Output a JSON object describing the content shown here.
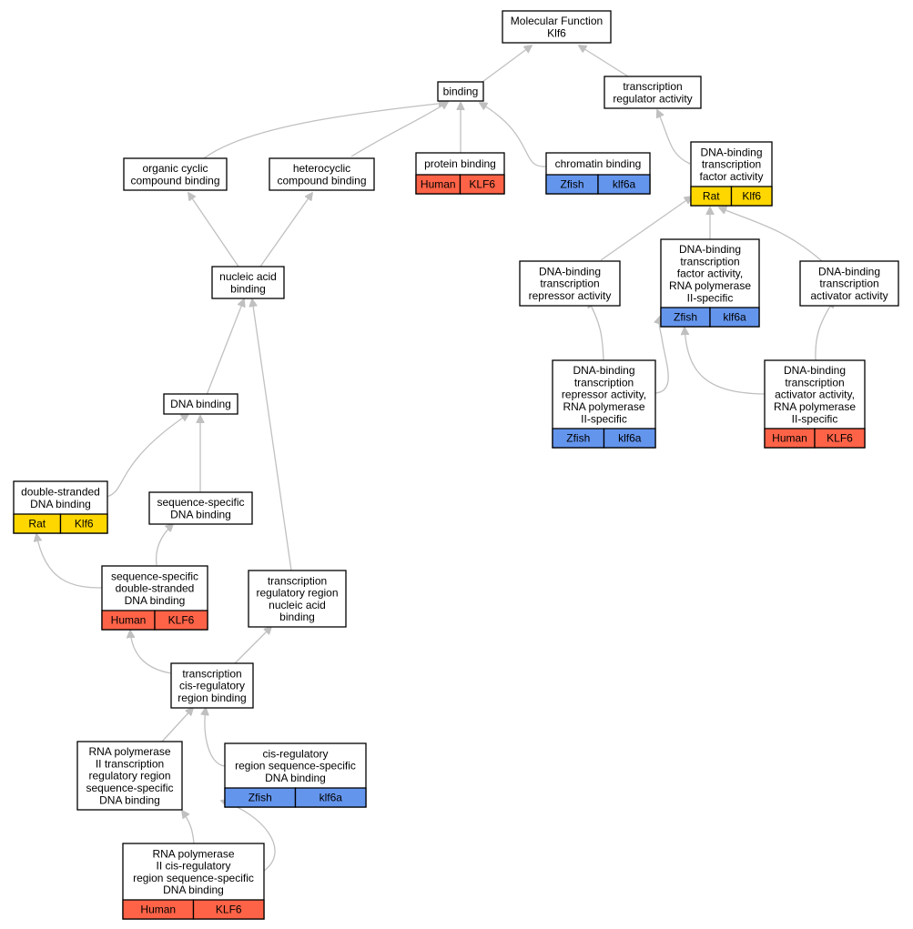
{
  "colors": {
    "human": "#ff6347",
    "rat": "#ffd700",
    "zfish": "#6495ed",
    "edge": "#c0c0c0"
  },
  "nodes": {
    "mf": {
      "lines": [
        "Molecular Function",
        "Klf6"
      ]
    },
    "binding": {
      "lines": [
        "binding"
      ]
    },
    "tra": {
      "lines": [
        "transcription",
        "regulator activity"
      ]
    },
    "ocb": {
      "lines": [
        "organic cyclic",
        "compound binding"
      ]
    },
    "hcb": {
      "lines": [
        "heterocyclic",
        "compound binding"
      ]
    },
    "pb": {
      "lines": [
        "protein binding"
      ],
      "tags": [
        "Human",
        "KLF6"
      ]
    },
    "cb": {
      "lines": [
        "chromatin binding"
      ],
      "tags": [
        "Zfish",
        "klf6a"
      ]
    },
    "dbtfa": {
      "lines": [
        "DNA-binding",
        "transcription",
        "factor activity"
      ],
      "tags": [
        "Rat",
        "Klf6"
      ]
    },
    "nab": {
      "lines": [
        "nucleic acid",
        "binding"
      ]
    },
    "dbtra": {
      "lines": [
        "DNA-binding",
        "transcription",
        "repressor activity"
      ]
    },
    "dbtfa2": {
      "lines": [
        "DNA-binding",
        "transcription",
        "factor activity,",
        "RNA polymerase",
        "II-specific"
      ],
      "tags": [
        "Zfish",
        "klf6a"
      ]
    },
    "dbtaa": {
      "lines": [
        "DNA-binding",
        "transcription",
        "activator activity"
      ]
    },
    "dbtra2": {
      "lines": [
        "DNA-binding",
        "transcription",
        "repressor activity,",
        "RNA polymerase",
        "II-specific"
      ],
      "tags": [
        "Zfish",
        "klf6a"
      ]
    },
    "dbtaa2": {
      "lines": [
        "DNA-binding",
        "transcription",
        "activator activity,",
        "RNA polymerase",
        "II-specific"
      ],
      "tags": [
        "Human",
        "KLF6"
      ]
    },
    "dnab": {
      "lines": [
        "DNA binding"
      ]
    },
    "dsdb": {
      "lines": [
        "double-stranded",
        "DNA binding"
      ],
      "tags": [
        "Rat",
        "Klf6"
      ]
    },
    "ssdb": {
      "lines": [
        "sequence-specific",
        "DNA binding"
      ]
    },
    "ssdsdb": {
      "lines": [
        "sequence-specific",
        "double-stranded",
        "DNA binding"
      ],
      "tags": [
        "Human",
        "KLF6"
      ]
    },
    "trrnab": {
      "lines": [
        "transcription",
        "regulatory region",
        "nucleic acid",
        "binding"
      ]
    },
    "tcrrb": {
      "lines": [
        "transcription",
        "cis-regulatory",
        "region binding"
      ]
    },
    "rnap2": {
      "lines": [
        "RNA polymerase",
        "II transcription",
        "regulatory region",
        "sequence-specific",
        "DNA binding"
      ]
    },
    "crrssdb": {
      "lines": [
        "cis-regulatory",
        "region sequence-specific",
        "DNA binding"
      ],
      "tags": [
        "Zfish",
        "klf6a"
      ]
    },
    "rnap2cr": {
      "lines": [
        "RNA polymerase",
        "II cis-regulatory",
        "region sequence-specific",
        "DNA binding"
      ],
      "tags": [
        "Human",
        "KLF6"
      ]
    }
  }
}
